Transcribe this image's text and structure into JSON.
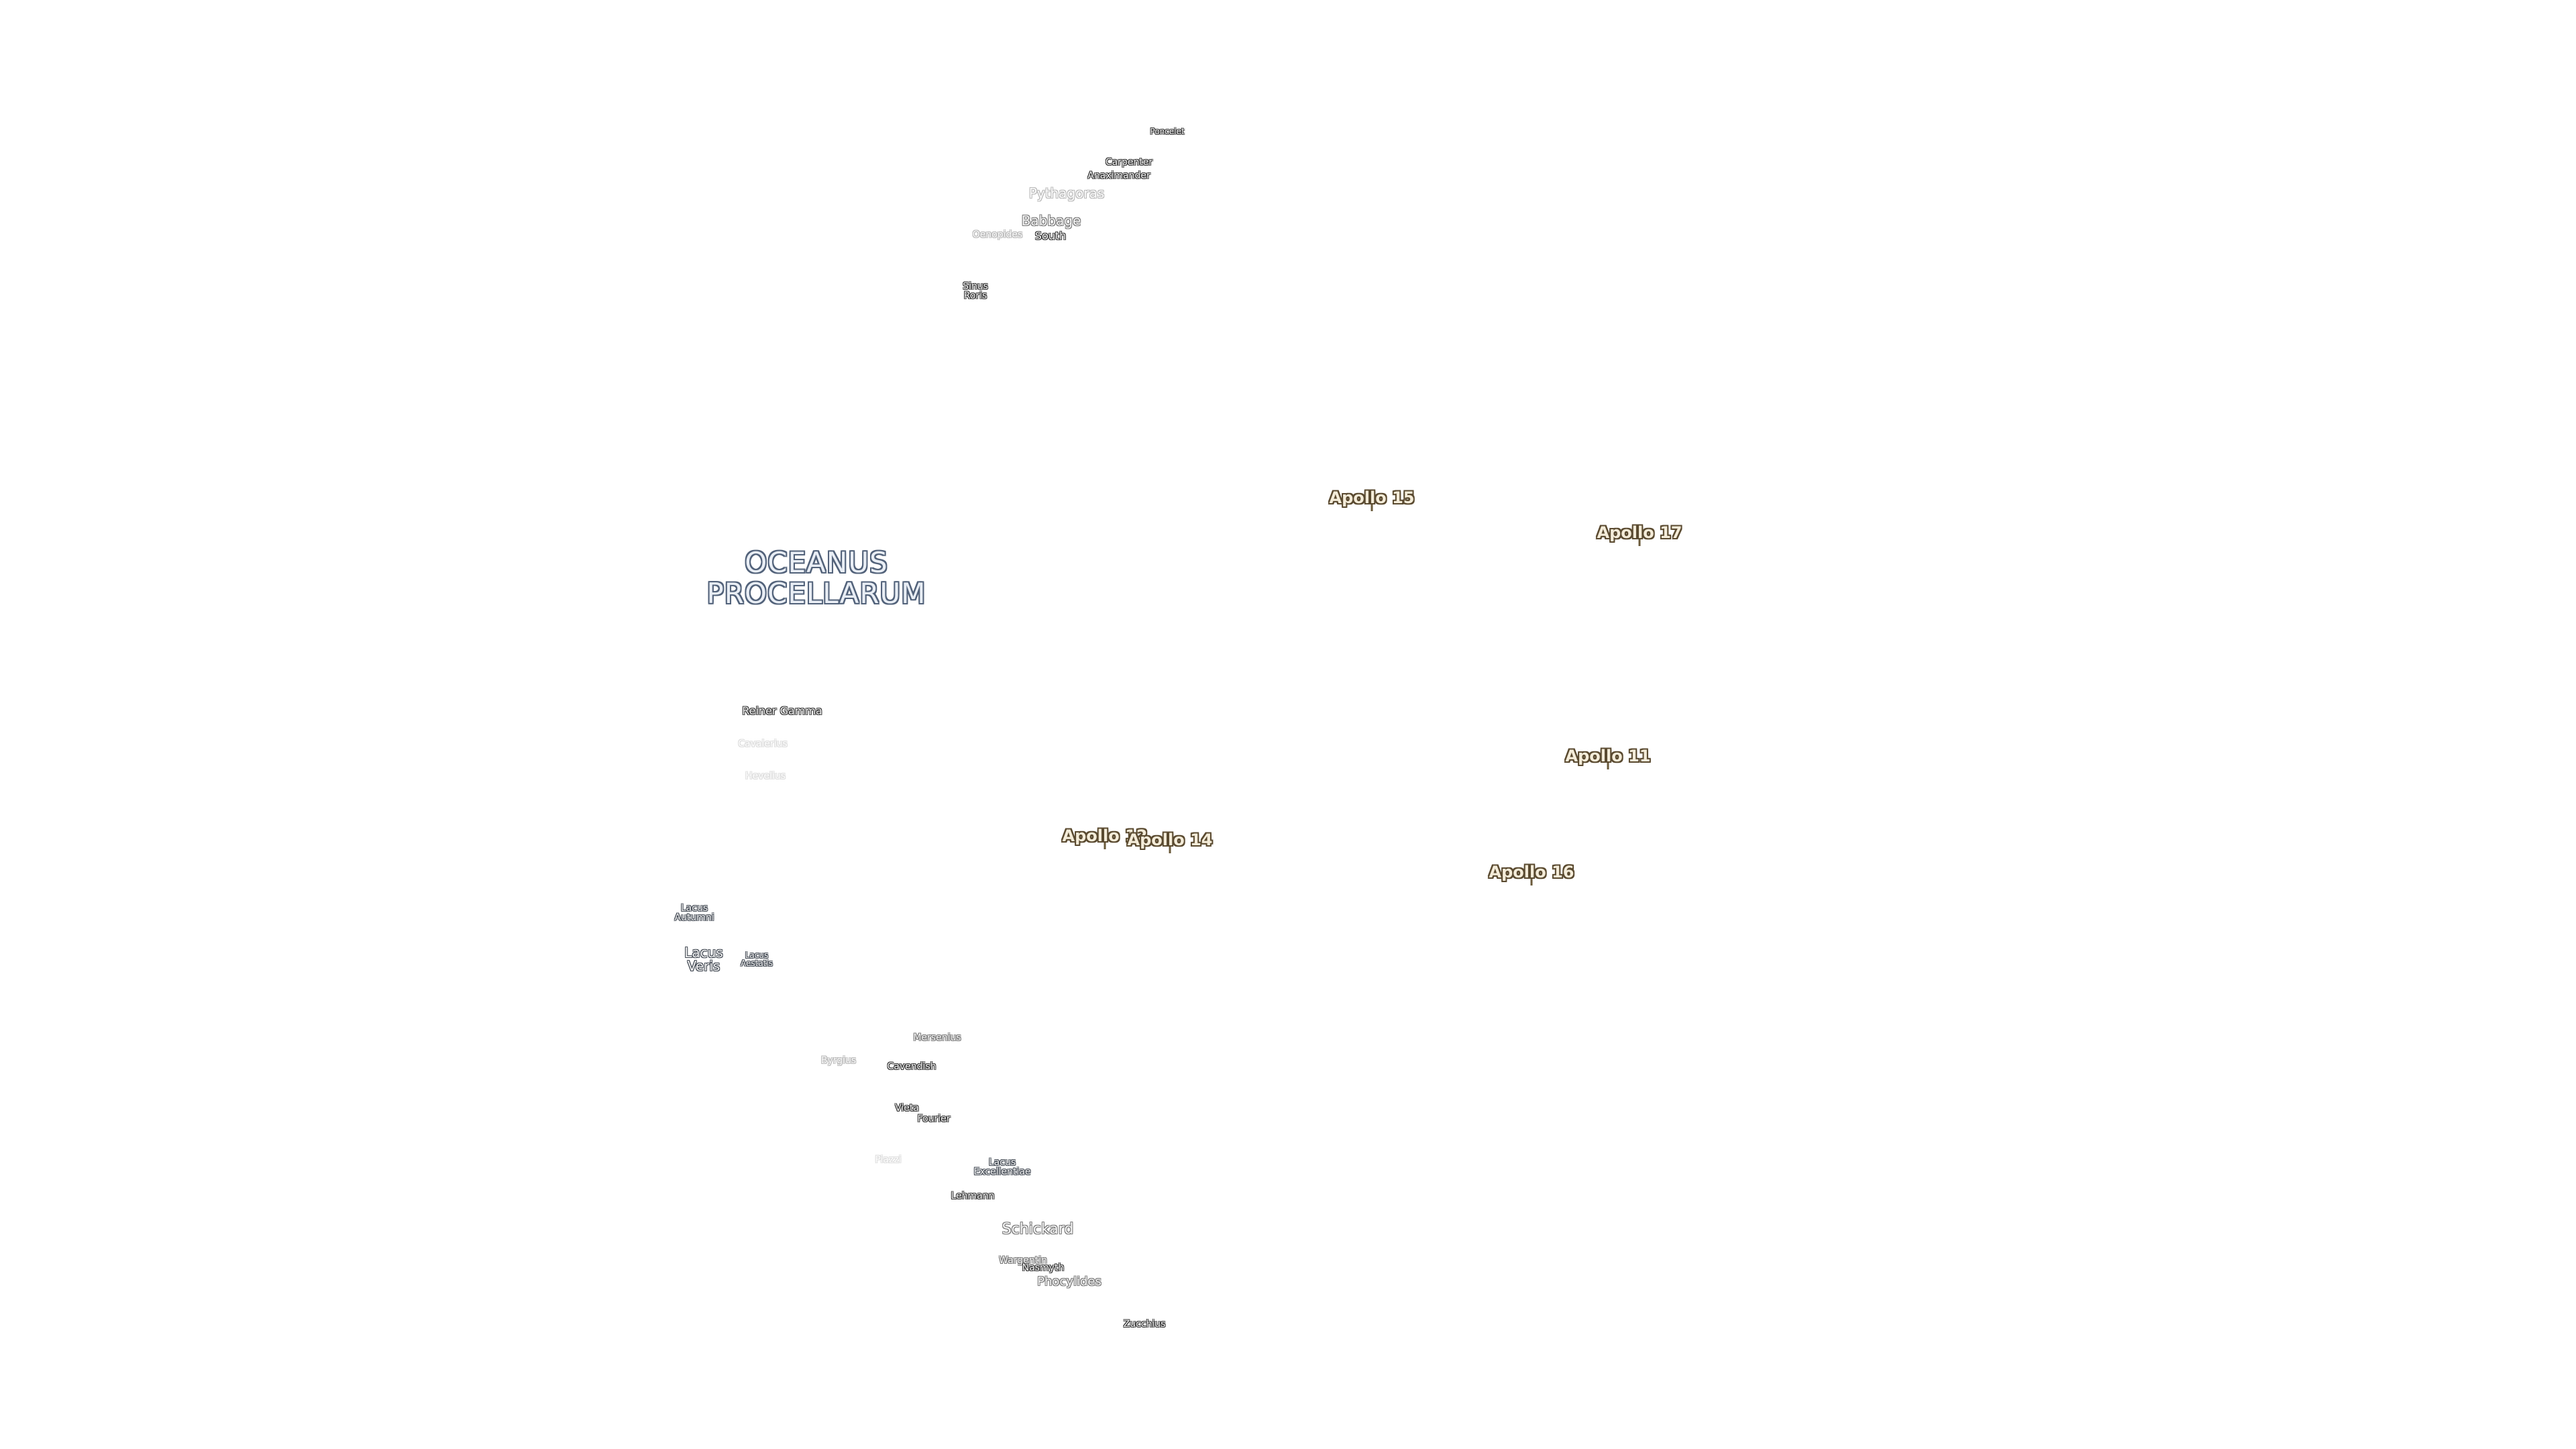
{
  "map": {
    "apollo_sites": [
      {
        "id": "apollo-15",
        "label": "Apollo 15"
      },
      {
        "id": "apollo-17",
        "label": "Apollo 17"
      },
      {
        "id": "apollo-11",
        "label": "Apollo 11"
      },
      {
        "id": "apollo-12",
        "label": "Apollo 12"
      },
      {
        "id": "apollo-14",
        "label": "Apollo 14"
      },
      {
        "id": "apollo-16",
        "label": "Apollo 16"
      }
    ],
    "seas": [
      {
        "id": "oceanus-procellarum",
        "label": "OCEANUS\nPROCELLARUM"
      }
    ],
    "lakes": [
      {
        "id": "lacus-autumni",
        "label": "Lacus\nAutumni"
      },
      {
        "id": "lacus-veris",
        "label": "Lacus\nVeris"
      },
      {
        "id": "lacus-aestatis",
        "label": "Lacus\nAestatis"
      },
      {
        "id": "lacus-excellentiae",
        "label": "Lacus\nExcellentiae"
      }
    ],
    "features": [
      {
        "id": "poncelet",
        "label": "Poncelet"
      },
      {
        "id": "carpenter",
        "label": "Carpenter"
      },
      {
        "id": "anaximander",
        "label": "Anaximander"
      },
      {
        "id": "pythagoras",
        "label": "Pythagoras"
      },
      {
        "id": "babbage",
        "label": "Babbage"
      },
      {
        "id": "oenopides",
        "label": "Oenopides"
      },
      {
        "id": "south",
        "label": "South"
      },
      {
        "id": "sinus-roris",
        "label": "Sinus\nRoris"
      },
      {
        "id": "reiner-gamma",
        "label": "Reiner Gamma"
      },
      {
        "id": "cavalerius",
        "label": "Cavalerius"
      },
      {
        "id": "hevelius",
        "label": "Hevelius"
      },
      {
        "id": "mersenius",
        "label": "Mersenius"
      },
      {
        "id": "byrgius",
        "label": "Byrgius"
      },
      {
        "id": "cavendish",
        "label": "Cavendish"
      },
      {
        "id": "vieta",
        "label": "Vieta"
      },
      {
        "id": "fourier",
        "label": "Fourier"
      },
      {
        "id": "piazzi",
        "label": "Piazzi"
      },
      {
        "id": "lehmann",
        "label": "Lehmann"
      },
      {
        "id": "schickard",
        "label": "Schickard"
      },
      {
        "id": "wargentin",
        "label": "Wargentin"
      },
      {
        "id": "nasmyth",
        "label": "Nasmyth"
      },
      {
        "id": "phocylides",
        "label": "Phocylides"
      },
      {
        "id": "zucchius",
        "label": "Zucchius"
      }
    ]
  }
}
